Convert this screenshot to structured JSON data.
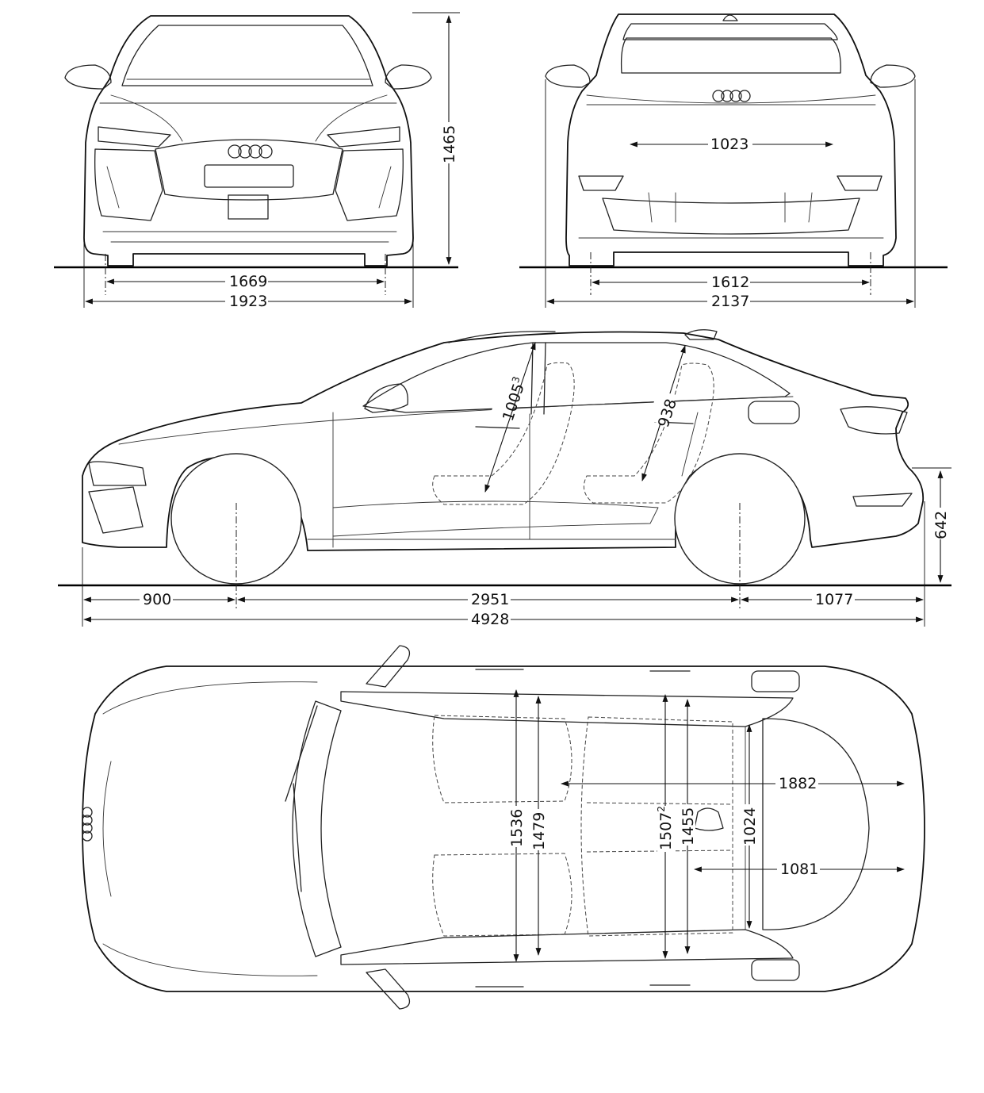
{
  "dimensions": {
    "front_track": "1669",
    "front_width": "1923",
    "height": "1465",
    "rear_track": "1612",
    "mirror_width": "2137",
    "tailgate_width": "1023",
    "front_headroom": "1005",
    "front_headroom_note": "3",
    "rear_headroom": "938",
    "load_height": "642",
    "front_overhang": "900",
    "wheelbase": "2951",
    "rear_overhang": "1077",
    "length": "4928",
    "front_elbow_width": "1536",
    "front_shoulder_width": "1479",
    "rear_elbow_width": "1507",
    "rear_elbow_note": "2",
    "rear_shoulder_width": "1455",
    "cargo_length_max": "1882",
    "cargo_width": "1024",
    "cargo_length": "1081"
  },
  "views": [
    "front-view",
    "rear-view",
    "side-view",
    "top-view"
  ]
}
